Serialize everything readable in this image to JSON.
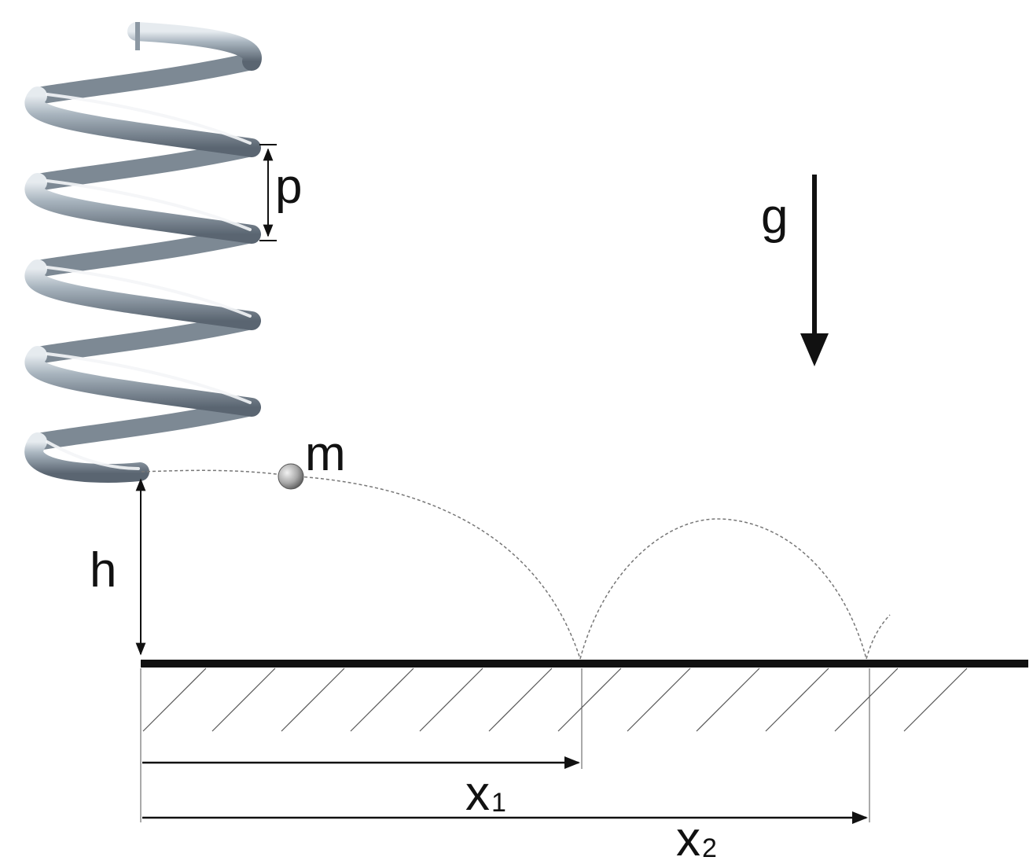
{
  "labels": {
    "pitch": "p",
    "gravity": "g",
    "mass": "m",
    "height": "h",
    "distance1_main": "x",
    "distance1_sub": "1",
    "distance2_main": "x",
    "distance2_sub": "2"
  },
  "colors": {
    "spring_light": "#dfe5ea",
    "spring_mid": "#9aa7b3",
    "spring_dark": "#56616c",
    "ground": "#111111",
    "hatch": "#555555",
    "trajectory": "#777777",
    "ball_light": "#e6e6e6",
    "ball_dark": "#6f6f6f"
  }
}
